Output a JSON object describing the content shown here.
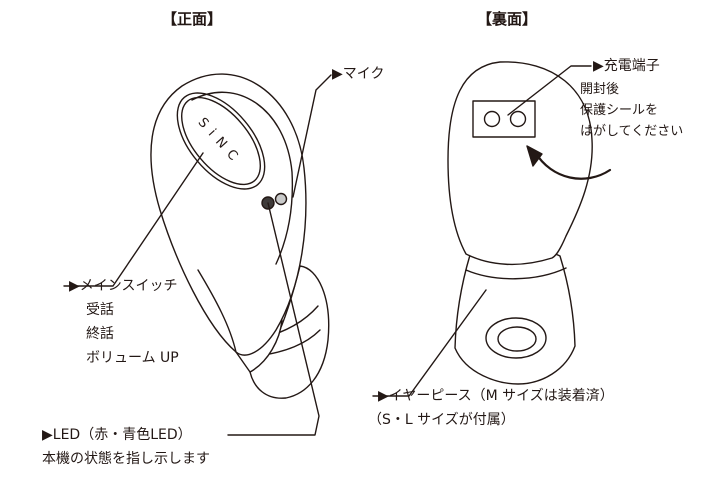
{
  "headings": {
    "front": "【正面】",
    "back": "【裏面】"
  },
  "device_front": {
    "logo": "SiNC"
  },
  "callouts": {
    "mic": "▶マイク",
    "main_switch": {
      "title": "▶メインスイッチ",
      "functions": [
        "受話",
        "終話",
        "ボリューム UP"
      ]
    },
    "led": {
      "title": "▶LED（赤・青色LED）",
      "desc": "本機の状態を指し示します"
    },
    "charging_port": {
      "title": "▶充電端子",
      "notes": [
        "開封後",
        "保護シールを",
        "はがしてください"
      ]
    },
    "ear_piece": {
      "title": "▶イヤーピース（M サイズは装着済）",
      "note": "（S・L サイズが付属）"
    }
  },
  "colors": {
    "line": "#231815",
    "led_dark": "#3e3a39",
    "led_light": "#c9caca"
  }
}
